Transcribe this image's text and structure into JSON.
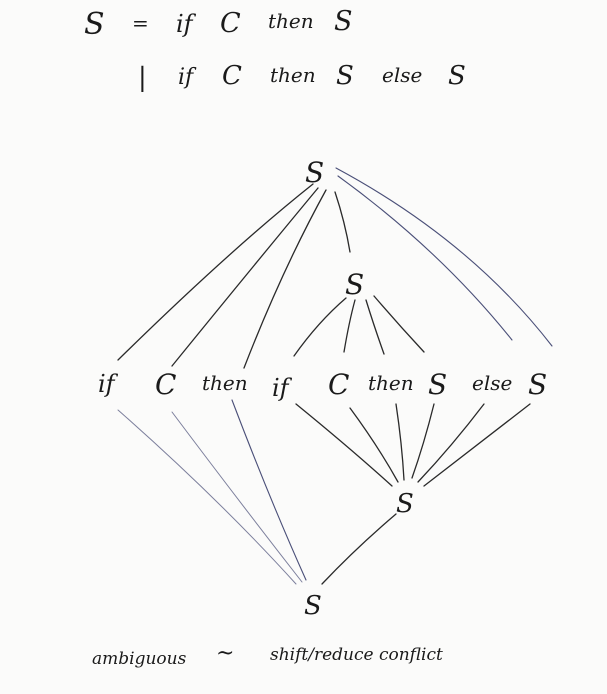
{
  "grammar": {
    "rule1": {
      "lhs": "S",
      "eq": "=",
      "if": "if",
      "cond": "C",
      "then": "then",
      "stmt": "S"
    },
    "rule2": {
      "bar": "|",
      "if": "if",
      "cond": "C",
      "then": "then",
      "stmt": "S",
      "else": "else",
      "stmt2": "S"
    }
  },
  "tokens": [
    "if",
    "C",
    "then",
    "if",
    "C",
    "then",
    "S",
    "else",
    "S"
  ],
  "upper_tree": {
    "root": "S",
    "inner": "S"
  },
  "lower_tree": {
    "inner": "S",
    "root": "S"
  },
  "caption": {
    "left": "ambiguous",
    "arrow": "~",
    "right": "shift/reduce conflict"
  }
}
